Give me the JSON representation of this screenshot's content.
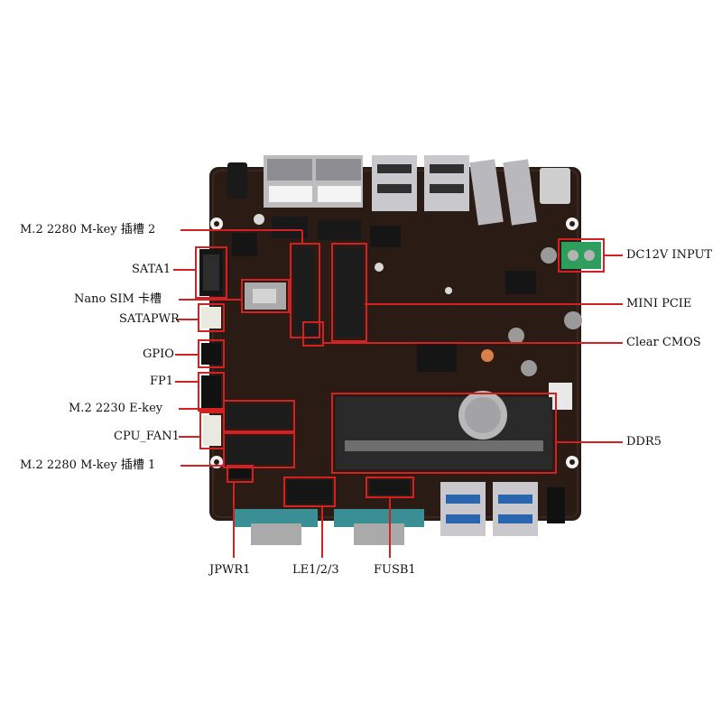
{
  "colors": {
    "pcb": "#2a1a14",
    "callout": "#d42020",
    "port_metal": "#c8c8cc",
    "serial_port": "#3a8f94",
    "terminal_green": "#2f9e5c"
  },
  "callouts": {
    "m2_2280_slot2": "M.2 2280 M-key 插槽 2",
    "sata1": "SATA1",
    "nano_sim": "Nano SIM 卡槽",
    "satapwr": "SATAPWR",
    "gpio": "GPIO",
    "fp1": "FP1",
    "m2_2230_ekey": "M.2 2230 E-key",
    "cpu_fan1": "CPU_FAN1",
    "m2_2280_slot1": "M.2 2280 M-key 插槽 1",
    "dc12v_input": "DC12V INPUT",
    "mini_pcie": "MINI PCIE",
    "clear_cmos": "Clear CMOS",
    "ddr5": "DDR5",
    "jpwr1": "JPWR1",
    "le123": "LE1/2/3",
    "fusb1": "FUSB1"
  }
}
